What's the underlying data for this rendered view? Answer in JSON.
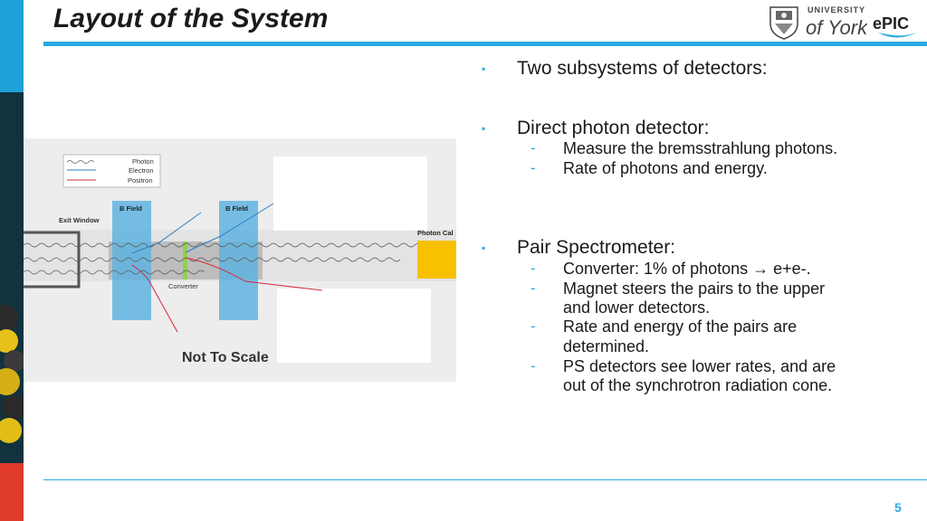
{
  "slide": {
    "title": "Layout of the System",
    "page_number": "5"
  },
  "logos": {
    "uoy_line1": "UNIVERSITY",
    "uoy_line2": "of York",
    "epic": "ePIC"
  },
  "diagram": {
    "legend": [
      "Photon",
      "Electron",
      "Positron"
    ],
    "exit_window": "Exit Window",
    "b_field_1": "B Field",
    "b_field_2": "B Field",
    "photon_cal": "Photon Cal",
    "converter": "Converter",
    "not_to_scale": "Not To Scale",
    "colors": {
      "photon": "#5c5c5c",
      "electron": "#2f7fc1",
      "positron": "#d6283a",
      "bfield": "#5fb3e0",
      "cal": "#f7c100"
    }
  },
  "bullets": [
    {
      "text": "Two subsystems of detectors:",
      "subs": []
    },
    {
      "text": "Direct photon detector:",
      "subs": [
        "Measure the bremsstrahlung photons.",
        "Rate of photons and energy."
      ]
    },
    {
      "text": "Pair Spectrometer:",
      "subs": [
        "Converter: 1% of photons → e+e-.",
        "Magnet steers the pairs to the upper",
        "and lower detectors.",
        "Rate and energy of the pairs are",
        "determined.",
        "PS detectors see lower rates, and are",
        "out of the synchrotron radiation cone."
      ]
    }
  ],
  "sub_markers": [
    "-",
    "-",
    "",
    "-",
    "",
    "-",
    ""
  ],
  "bullet_marker": "▪"
}
